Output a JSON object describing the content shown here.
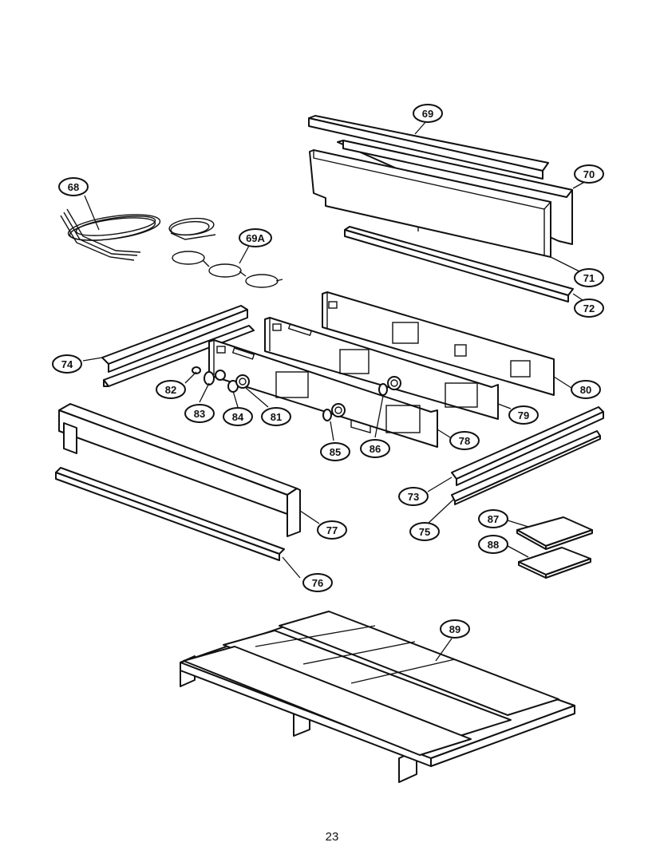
{
  "callouts": {
    "c68": "68",
    "c69": "69",
    "c69a": "69A",
    "c70": "70",
    "c71": "71",
    "c72": "72",
    "c73": "73",
    "c74": "74",
    "c75": "75",
    "c76": "76",
    "c77": "77",
    "c78": "78",
    "c79": "79",
    "c80": "80",
    "c81": "81",
    "c82": "82",
    "c83": "83",
    "c84": "84",
    "c85": "85",
    "c86": "86",
    "c87": "87",
    "c88": "88",
    "c89": "89"
  },
  "page_number": "23"
}
